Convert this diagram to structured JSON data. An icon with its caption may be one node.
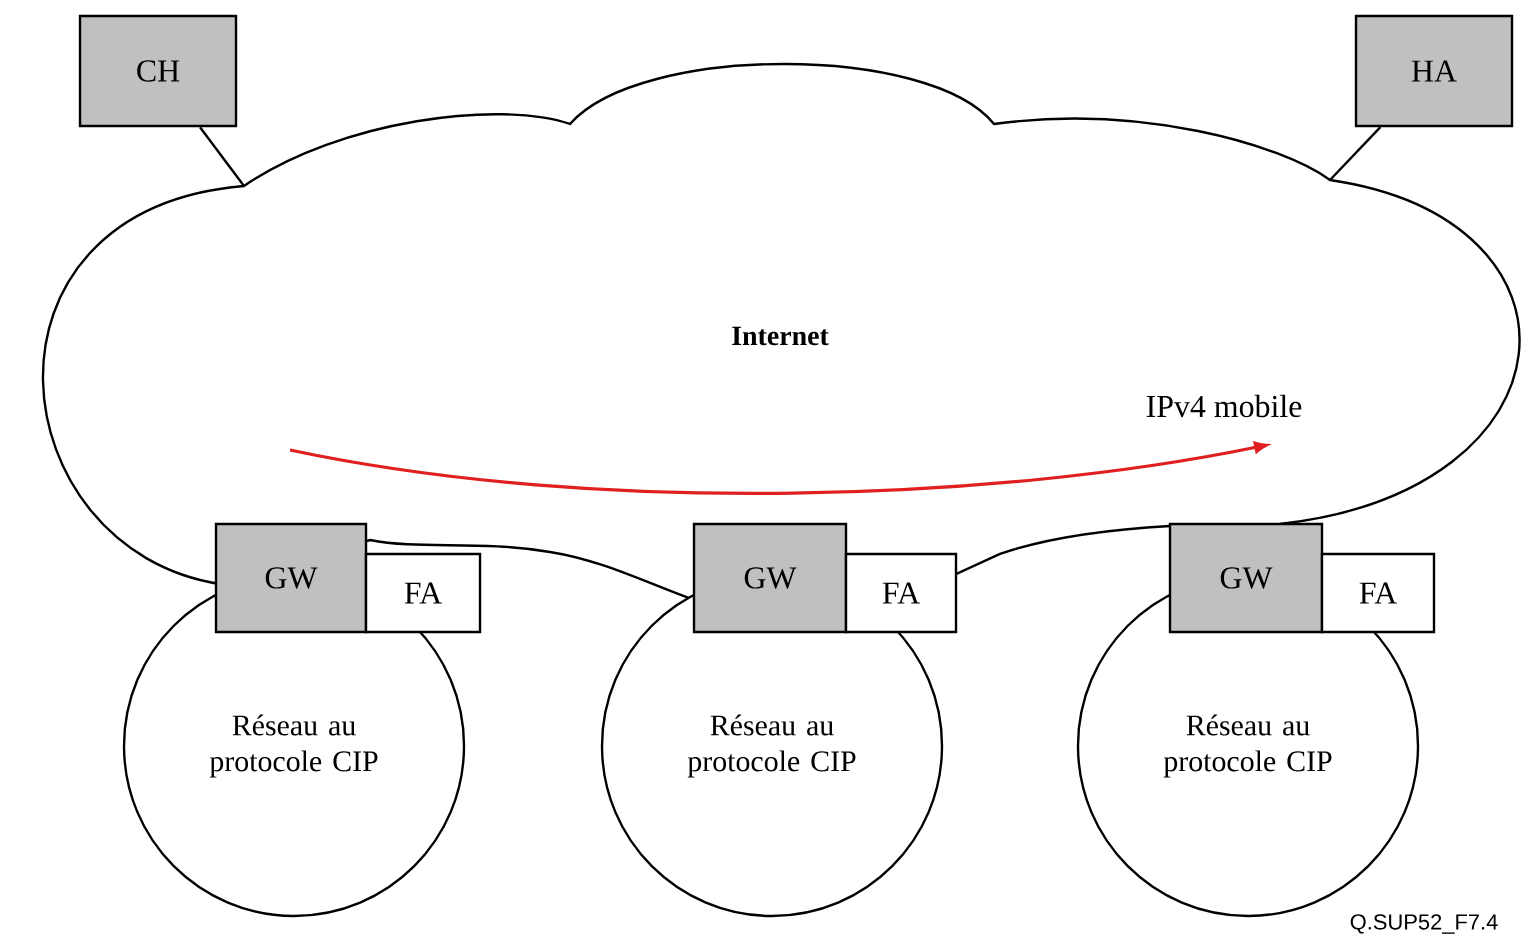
{
  "diagram": {
    "nodes": [
      {
        "text": [
          "CH"
        ]
      },
      {
        "text": [
          "HA"
        ]
      },
      {
        "text": [
          "Internet"
        ]
      },
      {
        "text": [
          "GW"
        ]
      },
      {
        "text": [
          "FA"
        ]
      },
      {
        "text": [
          "Réseau au protocole CIP"
        ]
      },
      {
        "text": [
          "GW"
        ]
      },
      {
        "text": [
          "FA"
        ]
      },
      {
        "text": [
          "Réseau au protocole CIP"
        ]
      },
      {
        "text": [
          "GW"
        ]
      },
      {
        "text": [
          "FA"
        ]
      },
      {
        "text": [
          "Réseau au protocole CIP"
        ]
      }
    ],
    "edges": [
      {
        "from": 0,
        "to": 2,
        "arrow": "none"
      },
      {
        "from": 1,
        "to": 2,
        "arrow": "none"
      }
    ],
    "labels": [
      "IPv4 mobile",
      "Q.SUP52_F7.4"
    ]
  }
}
